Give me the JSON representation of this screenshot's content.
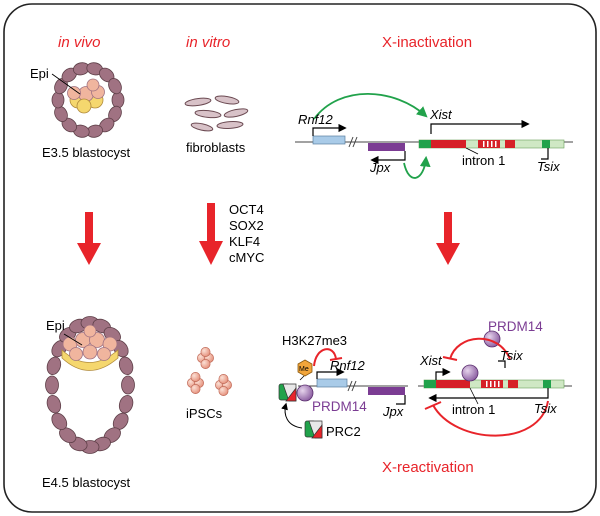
{
  "headers": {
    "in_vivo": "in vivo",
    "in_vitro": "in vitro",
    "x_inactivation": "X-inactivation",
    "x_reactivation": "X-reactivation"
  },
  "top_row": {
    "epi_label": "Epi",
    "blastocyst_e35": "E3.5 blastocyst",
    "fibroblasts": "fibroblasts",
    "rnf12": "Rnf12",
    "xist": "Xist",
    "jpx": "Jpx",
    "intron": "intron 1",
    "tsix": "Tsix"
  },
  "factors": [
    "OCT4",
    "SOX2",
    "KLF4",
    "cMYC"
  ],
  "bottom_row": {
    "epi_label": "Epi",
    "blastocyst_e45": "E4.5 blastocyst",
    "ipscs": "iPSCs",
    "h3k27me3": "H3K27me3",
    "me": "Me",
    "rnf12": "Rnf12",
    "prdm14_left": "PRDM14",
    "jpx": "Jpx",
    "prc2": "PRC2",
    "prdm14_right": "PRDM14",
    "xist": "Xist",
    "tsix_upper": "Tsix",
    "intron": "intron 1",
    "tsix_lower": "Tsix"
  },
  "colors": {
    "red": "#e8242a",
    "green_arrow": "#21a24b",
    "purple": "#7b3c93",
    "cell_mauve": "#a07282",
    "epi_pink": "#f0b59e",
    "yellow": "#f5d76e",
    "rnf12_box": "#a9cbe8",
    "xist_red": "#d62027",
    "tsix_green": "#cfe8c4"
  }
}
